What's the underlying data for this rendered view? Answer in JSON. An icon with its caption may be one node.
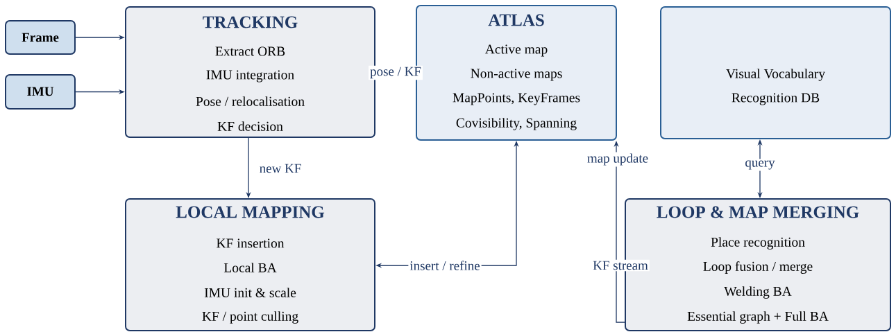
{
  "diagram": {
    "nodes": [
      {
        "text": [
          "Frame"
        ]
      },
      {
        "text": [
          "IMU"
        ]
      },
      {
        "text": [
          "TRACKING",
          "Extract ORB",
          "IMU integration",
          "Pose / relocalisation",
          "KF decision"
        ]
      },
      {
        "text": [
          "ATLAS",
          "Active map",
          "Non-active maps",
          "MapPoints, KeyFrames",
          "Covisibility, Spanning"
        ]
      },
      {
        "text": [
          "Visual Vocabulary",
          "Recognition DB"
        ]
      },
      {
        "text": [
          "LOCAL MAPPING",
          "KF insertion",
          "Local BA",
          "IMU init & scale",
          "KF / point culling"
        ]
      },
      {
        "text": [
          "LOOP & MAP MERGING",
          "Place recognition",
          "Loop fusion / merge",
          "Welding BA",
          "Essential graph + Full BA"
        ]
      }
    ],
    "edges": [
      {
        "from": 0,
        "to": 2,
        "arrow": "to"
      },
      {
        "from": 1,
        "to": 2,
        "arrow": "to"
      },
      {
        "from": 2,
        "to": 5,
        "arrow": "to",
        "label": "new KF"
      },
      {
        "from": 5,
        "to": 3,
        "arrow": "both",
        "label": "insert / refine"
      },
      {
        "from": 6,
        "to": 3,
        "arrow": "to",
        "label": "map update"
      },
      {
        "from": 4,
        "to": 6,
        "arrow": "both",
        "label": "query"
      }
    ],
    "labels": [
      "pose / KF",
      "KF stream"
    ]
  }
}
